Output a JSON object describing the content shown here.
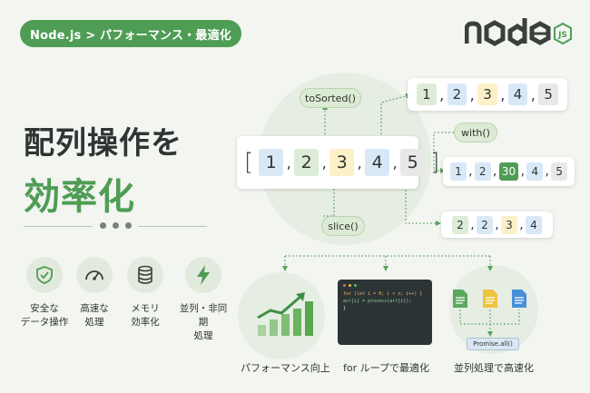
{
  "header": {
    "breadcrumb": "Node.js > パフォーマンス・最適化"
  },
  "title": {
    "line1": "配列操作を",
    "line2": "効率化"
  },
  "features": [
    {
      "icon": "shield-check-icon",
      "label": "安全な\nデータ操作"
    },
    {
      "icon": "speedometer-icon",
      "label": "高速な\n処理"
    },
    {
      "icon": "database-icon",
      "label": "メモリ\n効率化"
    },
    {
      "icon": "lightning-icon",
      "label": "並列・非同期\n処理"
    }
  ],
  "source_array": {
    "open": "[",
    "close": "]",
    "items": [
      {
        "v": "1",
        "c": "b"
      },
      {
        "v": "2",
        "c": "g"
      },
      {
        "v": "3",
        "c": "y"
      },
      {
        "v": "4",
        "c": "b"
      },
      {
        "v": "5",
        "c": "gr"
      }
    ]
  },
  "methods": {
    "to_sorted": "toSorted()",
    "with": "with()",
    "slice": "slice()"
  },
  "sorted_array": [
    {
      "v": "1",
      "c": "g"
    },
    {
      "v": "2",
      "c": "b"
    },
    {
      "v": "3",
      "c": "y"
    },
    {
      "v": "4",
      "c": "b"
    },
    {
      "v": "5",
      "c": "gr"
    }
  ],
  "with_array": [
    {
      "v": "1",
      "c": "b"
    },
    {
      "v": "2",
      "c": "b"
    },
    {
      "v": "30",
      "c": "dg"
    },
    {
      "v": "4",
      "c": "b"
    },
    {
      "v": "5",
      "c": "gr"
    }
  ],
  "slice_array": [
    {
      "v": "2",
      "c": "g"
    },
    {
      "v": "2",
      "c": "b"
    },
    {
      "v": "3",
      "c": "y"
    },
    {
      "v": "4",
      "c": "b"
    }
  ],
  "code": {
    "line1": "for (let i = 0; i < n; i++) {",
    "line2": "  arr[i] = process(arr[i]);",
    "line3": "}"
  },
  "promise_label": "Promise.all()",
  "captions": {
    "performance": "パフォーマンス向上",
    "for_loop": "for ループで最適化",
    "parallel": "並列処理で高速化"
  },
  "colors": {
    "accent": "#4f9d55",
    "background": "#f3f5f1"
  }
}
